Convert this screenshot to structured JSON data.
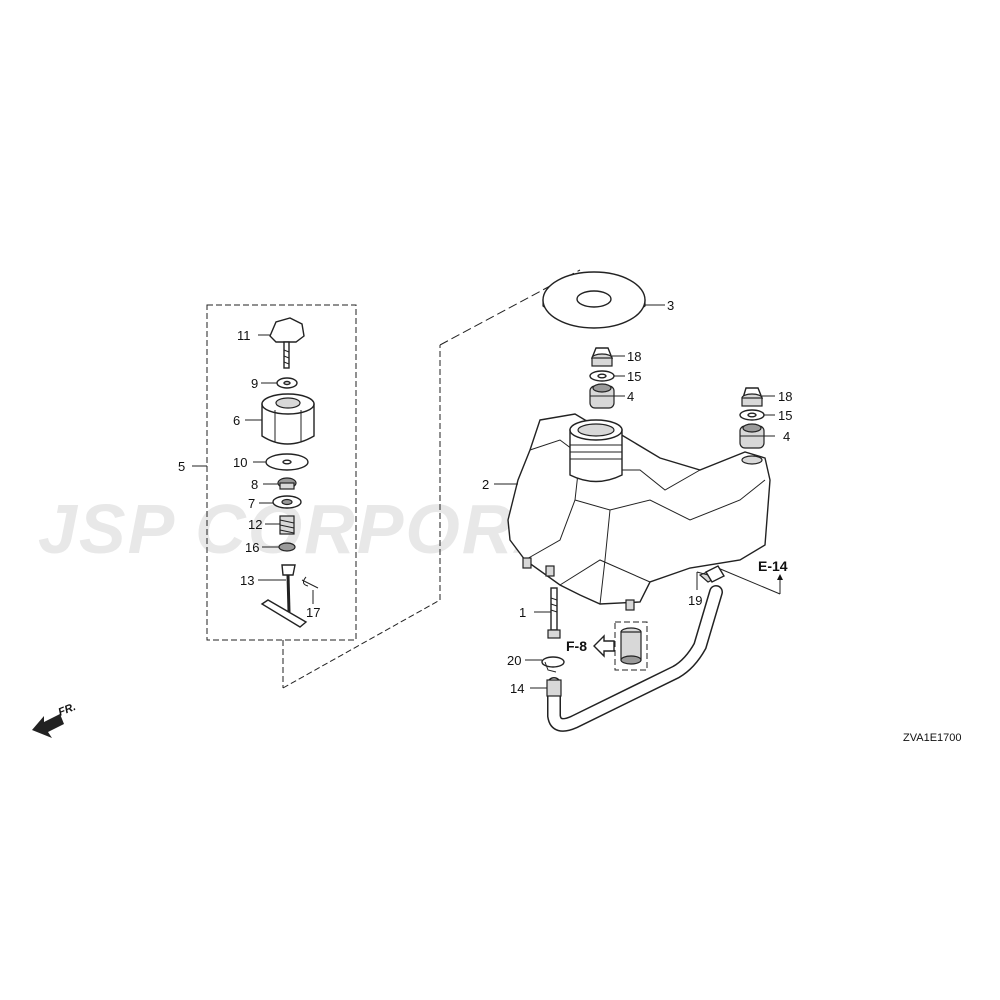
{
  "watermark": "JSP CORPORATION",
  "diagram_code": "ZVA1E1700",
  "direction_label": "FR.",
  "refs": {
    "e14": "E-14",
    "f8": "F-8"
  },
  "callouts": {
    "c1": "1",
    "c2": "2",
    "c3": "3",
    "c4a": "4",
    "c4b": "4",
    "c5": "5",
    "c6": "6",
    "c7": "7",
    "c8": "8",
    "c9": "9",
    "c10": "10",
    "c11": "11",
    "c12": "12",
    "c13": "13",
    "c14": "14",
    "c15a": "15",
    "c15b": "15",
    "c16": "16",
    "c17": "17",
    "c18a": "18",
    "c18b": "18",
    "c19": "19",
    "c20": "20"
  }
}
